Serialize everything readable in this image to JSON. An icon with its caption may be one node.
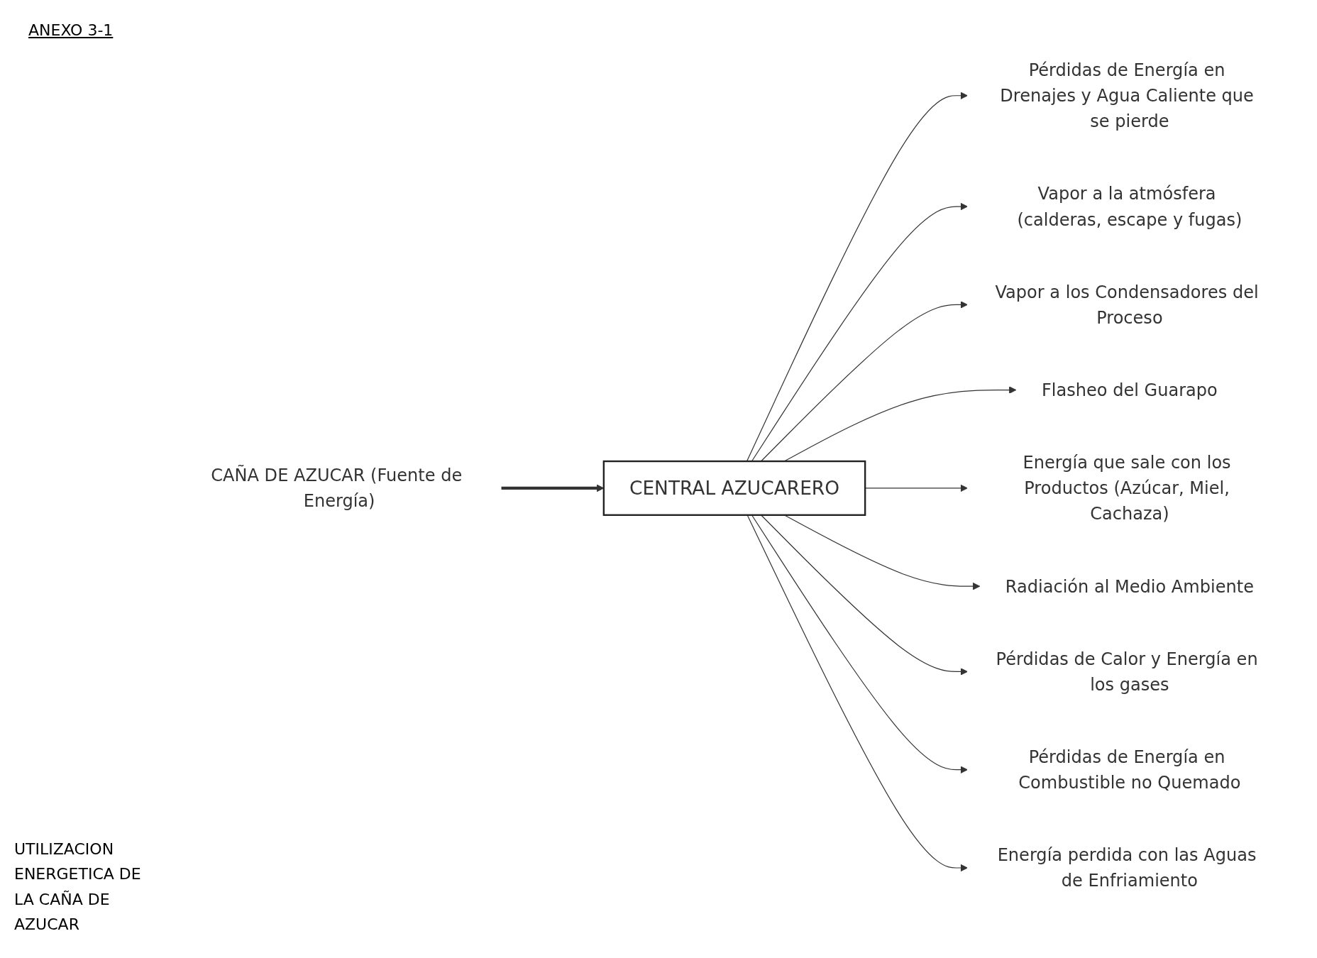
{
  "diagram": {
    "caption": "UTILIZACION ENERGETICA DE LA CAÑA DE AZUCAR",
    "nodes": [
      {
        "text": [
          "CENTRAL AZUCARERO"
        ]
      },
      {
        "text": [
          "CAÑA DE AZUCAR (Fuente de Energía)"
        ]
      },
      {
        "text": [
          "Pérdidas de Energía en Drenajes y Agua Caliente que se pierde"
        ]
      },
      {
        "text": [
          "Vapor a la atmósfera (calderas, escape y fugas)"
        ]
      },
      {
        "text": [
          "Vapor a los Condensadores del Proceso"
        ]
      },
      {
        "text": [
          "Flasheo del Guarapo"
        ]
      },
      {
        "text": [
          "Energía que sale con los Productos (Azúcar, Miel, Cachaza)"
        ]
      },
      {
        "text": [
          "Radiación al Medio Ambiente"
        ]
      },
      {
        "text": [
          "Pérdidas de Calor y Energía en los gases"
        ]
      },
      {
        "text": [
          "Pérdidas de Energía en Combustible no Quemado"
        ]
      },
      {
        "text": [
          "Energía perdida con las Aguas de Enfriamiento"
        ]
      }
    ],
    "edges": [
      {
        "from": 1,
        "to": 0,
        "arrow": "to",
        "style": "thick"
      },
      {
        "from": 0,
        "to": 2,
        "arrow": "to"
      },
      {
        "from": 0,
        "to": 3,
        "arrow": "to"
      },
      {
        "from": 0,
        "to": 4,
        "arrow": "to"
      },
      {
        "from": 0,
        "to": 5,
        "arrow": "to"
      },
      {
        "from": 0,
        "to": 6,
        "arrow": "to"
      },
      {
        "from": 0,
        "to": 7,
        "arrow": "to"
      },
      {
        "from": 0,
        "to": 8,
        "arrow": "to"
      },
      {
        "from": 0,
        "to": 9,
        "arrow": "to"
      },
      {
        "from": 0,
        "to": 10,
        "arrow": "to"
      }
    ],
    "labels": [
      "ANEXO 3-1"
    ]
  }
}
